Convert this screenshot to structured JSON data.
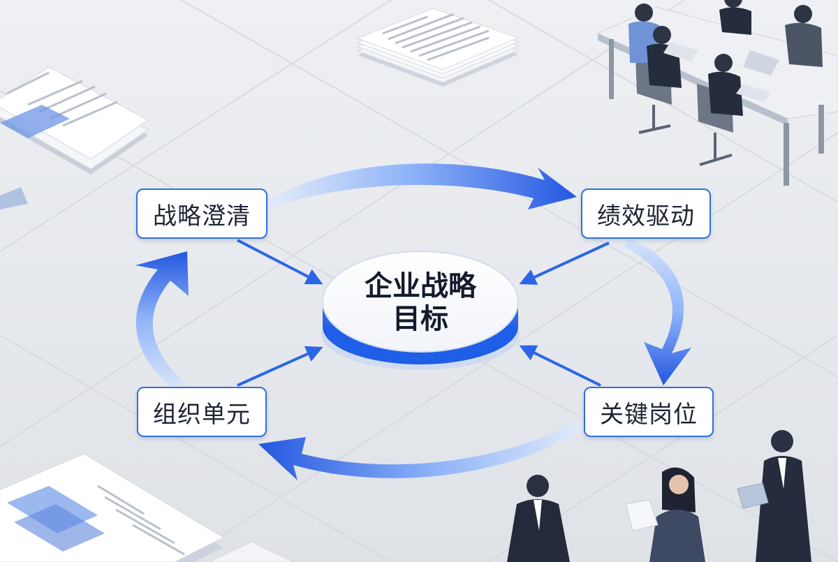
{
  "center": {
    "line1": "企业战略",
    "line2": "目标"
  },
  "stages": {
    "top_left": "战略澄清",
    "top_right": "绩效驱动",
    "bottom_right": "关键岗位",
    "bottom_left": "组织单元"
  },
  "colors": {
    "accent": "#2f6fe0",
    "arrow_light": "#a9c6ff",
    "arrow_dark": "#2b66e8",
    "background": "#e9ebef",
    "suit": "#242c3d"
  }
}
